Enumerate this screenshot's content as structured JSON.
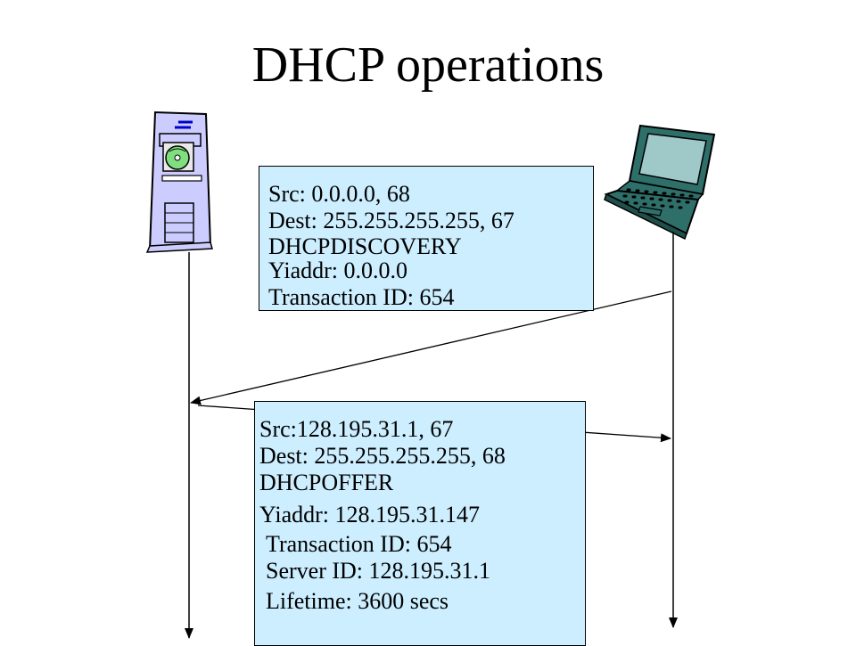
{
  "title": "DHCP operations",
  "icons": {
    "server": "server-tower-icon",
    "client": "laptop-icon"
  },
  "colors": {
    "box_fill": "#cceeff",
    "server_body": "#ccccff",
    "laptop_body": "#2f6f6a",
    "laptop_screen": "#9fc9c9"
  },
  "discover": {
    "src": "Src: 0.0.0.0, 68",
    "dest": "Dest: 255.255.255.255, 67",
    "type": "DHCPDISCOVERY",
    "yiaddr": "Yiaddr: 0.0.0.0",
    "transaction": "Transaction  ID: 654"
  },
  "offer": {
    "src": "Src:128.195.31.1, 67",
    "dest": "Dest: 255.255.255.255, 68",
    "type": "DHCPOFFER",
    "yiaddr": "Yiaddr: 128.195.31.147",
    "transaction": "Transaction  ID: 654",
    "server_id": "Server ID: 128.195.31.1",
    "lifetime": "Lifetime:  3600 secs"
  }
}
